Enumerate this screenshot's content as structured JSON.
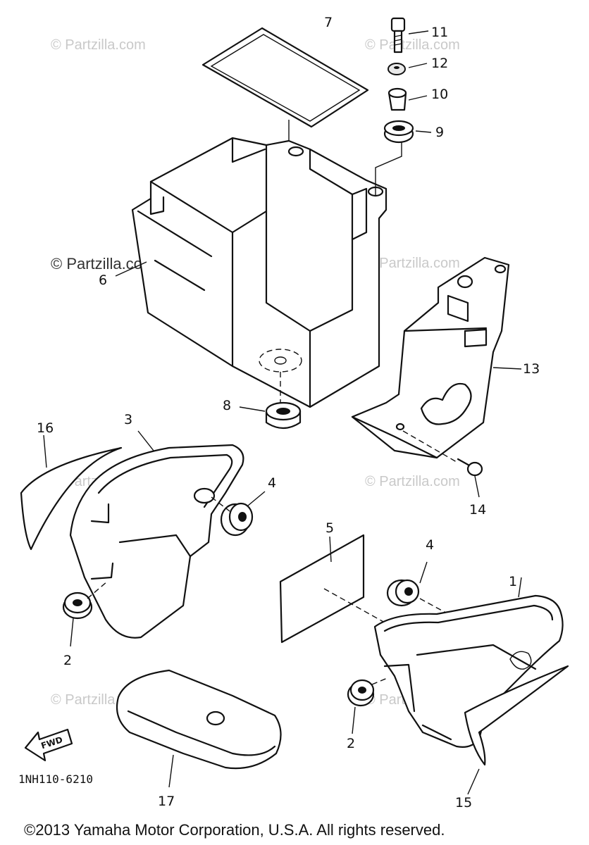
{
  "watermarks": {
    "text": "© Partzilla.com",
    "main_text": "© Partzilla.com"
  },
  "parts": [
    {
      "number": "1"
    },
    {
      "number": "2"
    },
    {
      "number": "3"
    },
    {
      "number": "4"
    },
    {
      "number": "5"
    },
    {
      "number": "6"
    },
    {
      "number": "7"
    },
    {
      "number": "8"
    },
    {
      "number": "9"
    },
    {
      "number": "10"
    },
    {
      "number": "11"
    },
    {
      "number": "12"
    },
    {
      "number": "13"
    },
    {
      "number": "14"
    },
    {
      "number": "15"
    },
    {
      "number": "16"
    },
    {
      "number": "17"
    }
  ],
  "direction_label": "FWD",
  "diagram_code": "1NH110-6210",
  "copyright": "©2013 Yamaha Motor Corporation, U.S.A. All rights reserved."
}
